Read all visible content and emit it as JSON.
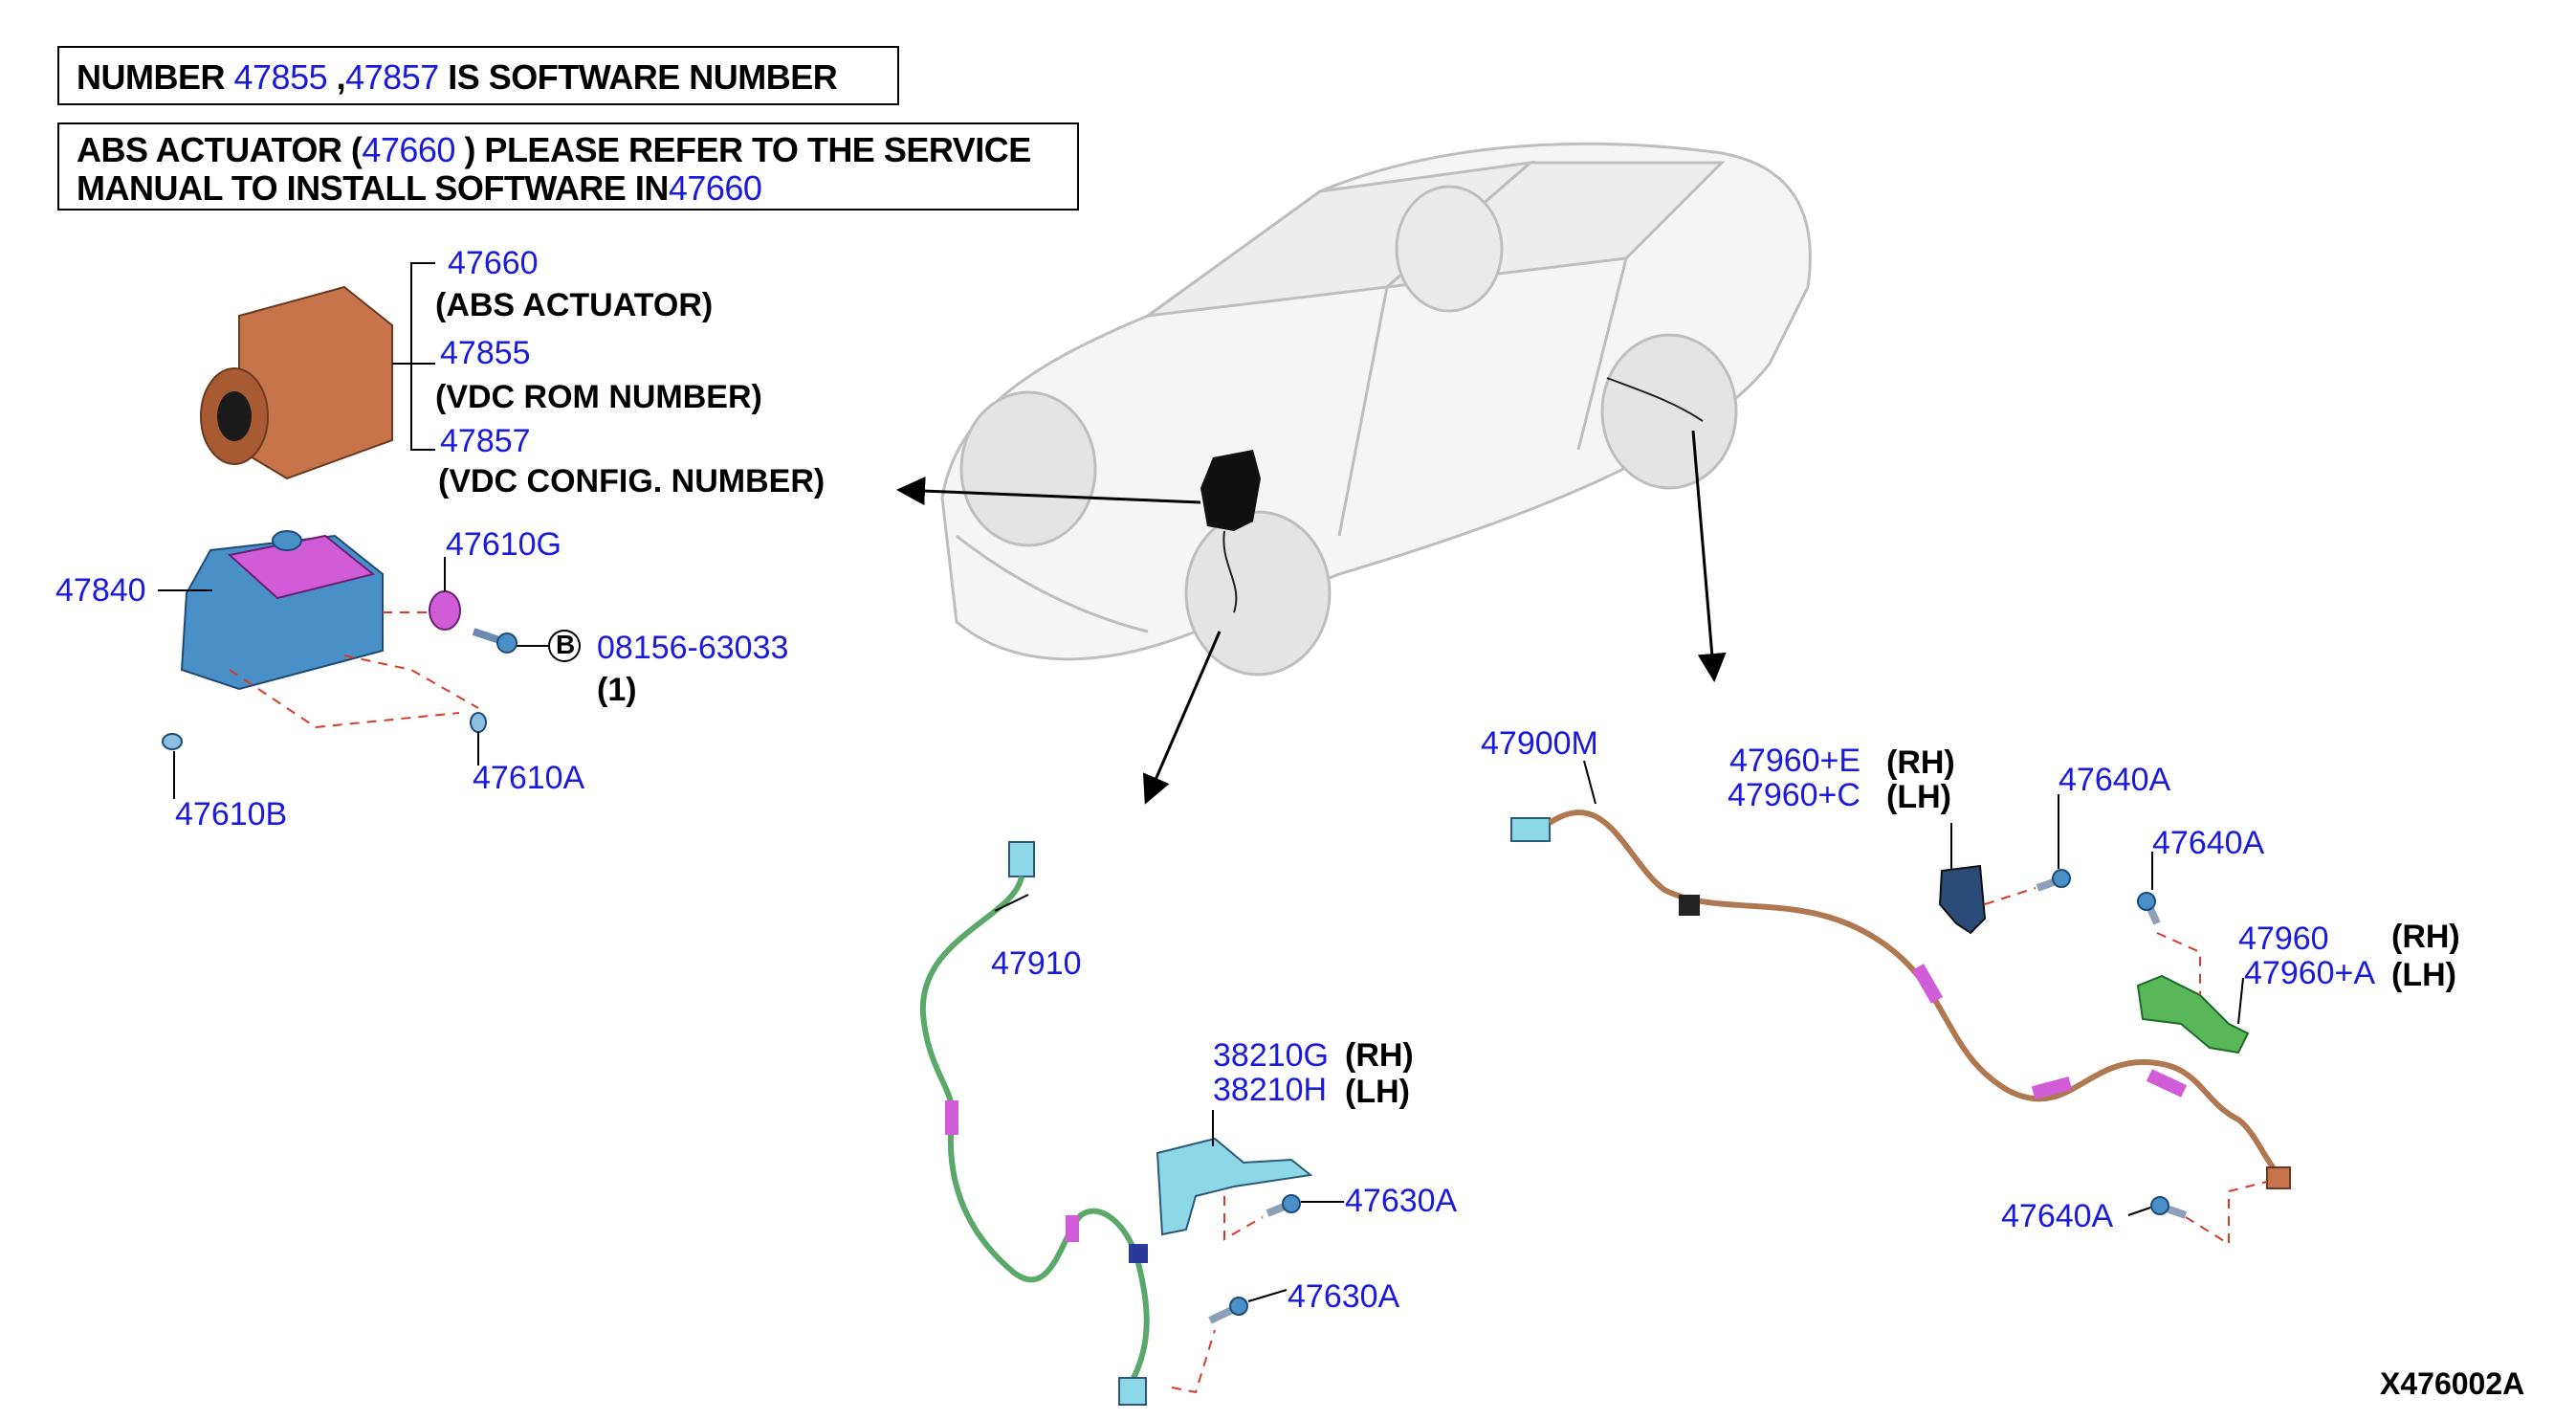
{
  "notes": {
    "software": {
      "prefix": "NUMBER ",
      "num1": "47855",
      "sep": " ,",
      "num2": "47857",
      "suffix": " IS SOFTWARE NUMBER"
    },
    "install": {
      "line1_prefix": "ABS ACTUATOR (",
      "line1_num": "47660",
      "line1_suffix": " ) PLEASE REFER TO THE SERVICE",
      "line2_prefix": "MANUAL TO INSTALL SOFTWARE IN",
      "line2_num": "47660"
    }
  },
  "callouts": {
    "abs_actuator": {
      "part": "47660",
      "desc": "(ABS ACTUATOR)"
    },
    "vdc_rom": {
      "part": "47855",
      "desc": "(VDC ROM NUMBER)"
    },
    "vdc_config": {
      "part": "47857",
      "desc": "(VDC CONFIG. NUMBER)"
    },
    "bracket": {
      "part": "47840"
    },
    "grommet_g": {
      "part": "47610G"
    },
    "bolt": {
      "symbol": "B",
      "part": "08156-63033",
      "qty": "(1)"
    },
    "grommet_b": {
      "part": "47610B"
    },
    "grommet_a": {
      "part": "47610A"
    },
    "front_sensor": {
      "part": "47910"
    },
    "front_bracket": {
      "part_rh": "38210G",
      "side_rh": "(RH)",
      "part_lh": "38210H",
      "side_lh": "(LH)"
    },
    "front_bolt_1": {
      "part": "47630A"
    },
    "front_bolt_2": {
      "part": "47630A"
    },
    "rear_harness": {
      "part": "47900M"
    },
    "rear_bracket_1": {
      "part_rh": "47960+E",
      "side_rh": "(RH)",
      "part_lh": "47960+C",
      "side_lh": "(LH)"
    },
    "rear_bolt_top": {
      "part": "47640A"
    },
    "rear_bolt_mid": {
      "part": "47640A"
    },
    "rear_bracket_2": {
      "part_rh": "47960",
      "side_rh": "(RH)",
      "part_lh": "47960+A",
      "side_lh": "(LH)"
    },
    "rear_bolt_bottom": {
      "part": "47640A"
    }
  },
  "diagram_code": "X476002A",
  "colors": {
    "part_number": "#1a1adc",
    "actuator": "#c8744a",
    "bracket_blue": "#4a90c8",
    "bracket_magenta": "#d05cd8",
    "harness_green": "#5aa86a",
    "harness_tan": "#b07850",
    "bracket_cyan": "#8cd8e8",
    "bracket_green": "#58b858"
  }
}
